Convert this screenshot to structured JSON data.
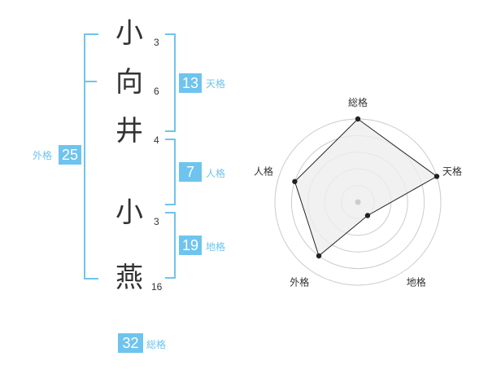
{
  "name": {
    "chars": [
      {
        "char": "小",
        "strokes": "3"
      },
      {
        "char": "向",
        "strokes": "6"
      },
      {
        "char": "井",
        "strokes": "4"
      },
      {
        "char": "小",
        "strokes": "3"
      },
      {
        "char": "燕",
        "strokes": "16"
      }
    ]
  },
  "kakusu": {
    "tenkaku": {
      "value": "13",
      "label": "天格"
    },
    "jinkaku": {
      "value": "7",
      "label": "人格"
    },
    "chikaku": {
      "value": "19",
      "label": "地格"
    },
    "gaikaku": {
      "value": "25",
      "label": "外格"
    },
    "soukaku": {
      "value": "32",
      "label": "総格"
    }
  },
  "chart_data": {
    "type": "radar",
    "axes": [
      "総格",
      "天格",
      "地格",
      "外格",
      "人格"
    ],
    "values": [
      5,
      5,
      1,
      4,
      4
    ],
    "max": 5,
    "rings": 5,
    "colors": {
      "fill": "#eeeeee",
      "stroke": "#222222",
      "grid": "#cccccc",
      "center": "#cccccc"
    }
  },
  "colors": {
    "accent": "#6ec4ee"
  }
}
